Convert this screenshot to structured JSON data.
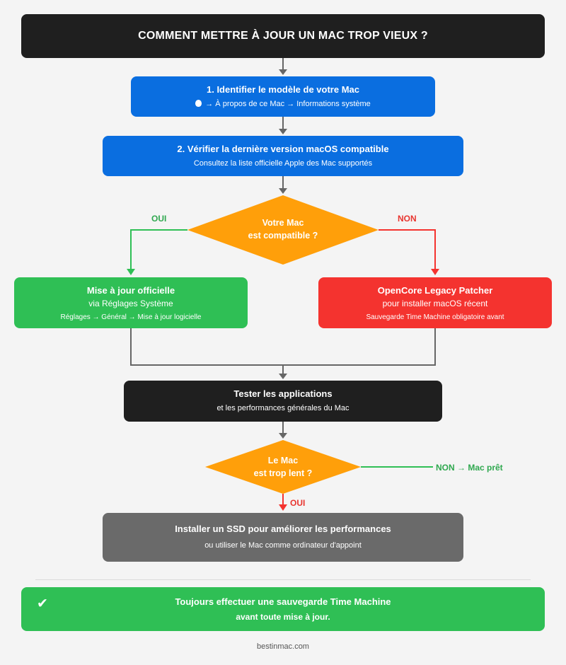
{
  "title": "COMMENT METTRE À JOUR UN MAC TROP VIEUX ?",
  "step1": {
    "title": "1. Identifier le modèle de votre Mac",
    "subtitle": "→ À propos de ce Mac → Informations système",
    "icon": "apple-icon"
  },
  "step2": {
    "title": "2. Vérifier la dernière version macOS compatible",
    "subtitle": "Consultez la liste officielle Apple des Mac supportés"
  },
  "decision1": {
    "line1": "Votre Mac",
    "line2": "est compatible ?",
    "yes_label": "OUI",
    "no_label": "NON"
  },
  "official": {
    "title": "Mise à jour officielle",
    "line2": "via Réglages Système",
    "line3": "Réglages → Général → Mise à jour logicielle"
  },
  "opencore": {
    "title": "OpenCore Legacy Patcher",
    "line2": "pour installer macOS récent",
    "line3": "Sauvegarde Time Machine obligatoire avant"
  },
  "test": {
    "title": "Tester les applications",
    "subtitle": "et les performances générales du Mac"
  },
  "decision2": {
    "line1": "Le Mac",
    "line2": "est trop lent ?",
    "no_label": "NON → Mac prêt",
    "yes_label": "OUI"
  },
  "ssd": {
    "title": "Installer un SSD pour améliorer les performances",
    "subtitle": "ou utiliser le Mac comme ordinateur d'appoint"
  },
  "backup": {
    "line1": "Toujours effectuer une sauvegarde Time Machine",
    "line2": "avant toute mise à jour.",
    "icon": "checkmark-icon"
  },
  "footer": "bestinmac.com",
  "colors": {
    "dark": "#1f1f1f",
    "blue": "#0a6ee0",
    "orange": "#ff9f0a",
    "green": "#2fbf55",
    "red": "#f4332f",
    "gray": "#6a6a6a",
    "connector": "#666666"
  }
}
